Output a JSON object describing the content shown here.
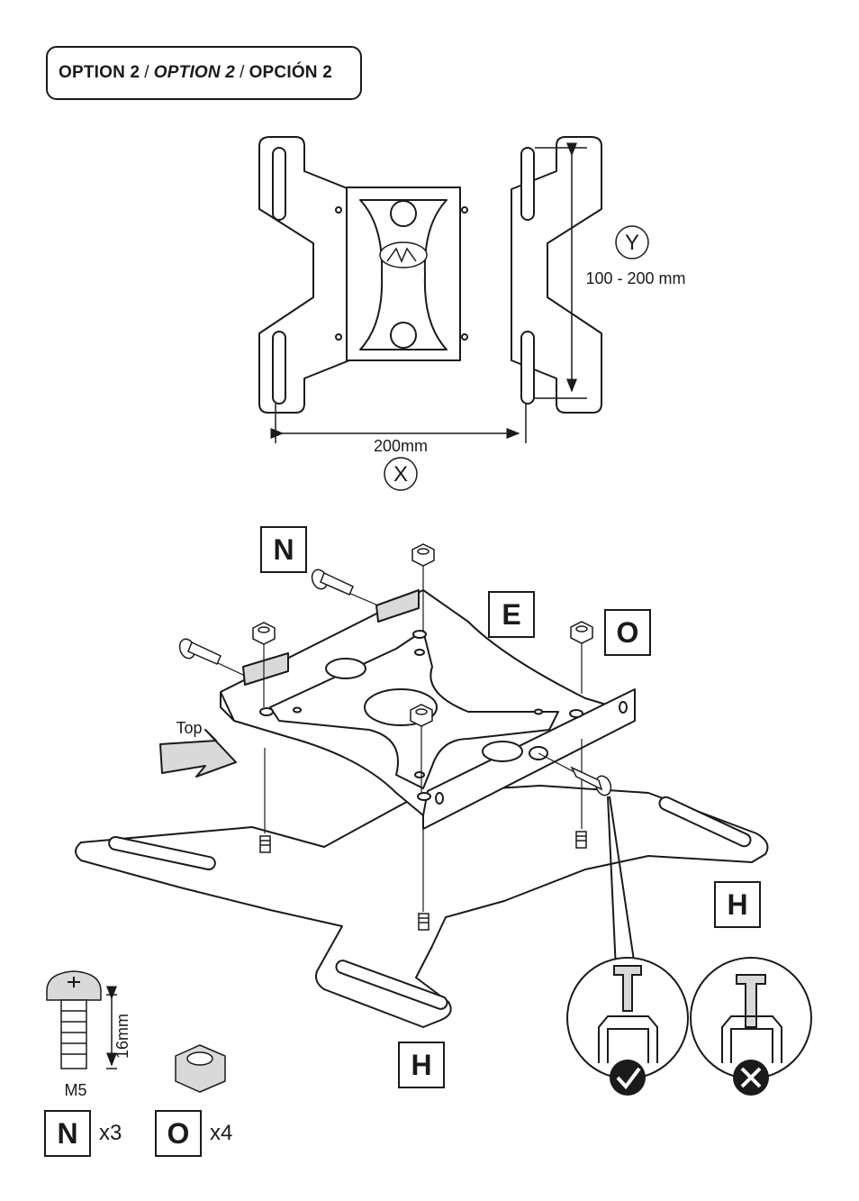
{
  "title": {
    "part1": "OPTION 2",
    "sep1": "/",
    "part2": "OPTION 2",
    "sep2": "/",
    "part3": "OPCIÓN 2"
  },
  "dimension_x": {
    "letter": "X",
    "value": "200mm"
  },
  "dimension_y": {
    "letter": "Y",
    "value": "100 - 200 mm"
  },
  "part_labels": {
    "n": "N",
    "e": "E",
    "o": "O",
    "h": "H"
  },
  "top_arrow_label": "Top",
  "screw_spec": {
    "length": "16mm",
    "size": "M5"
  },
  "quantities": {
    "n_qty": "x3",
    "o_qty": "x4"
  },
  "colors": {
    "line": "#1a1a1a",
    "fill": "#ffffff",
    "shade": "#d9d9d9"
  },
  "icons": [
    "check-icon",
    "cross-icon",
    "arrow-icon",
    "logo-icon"
  ]
}
